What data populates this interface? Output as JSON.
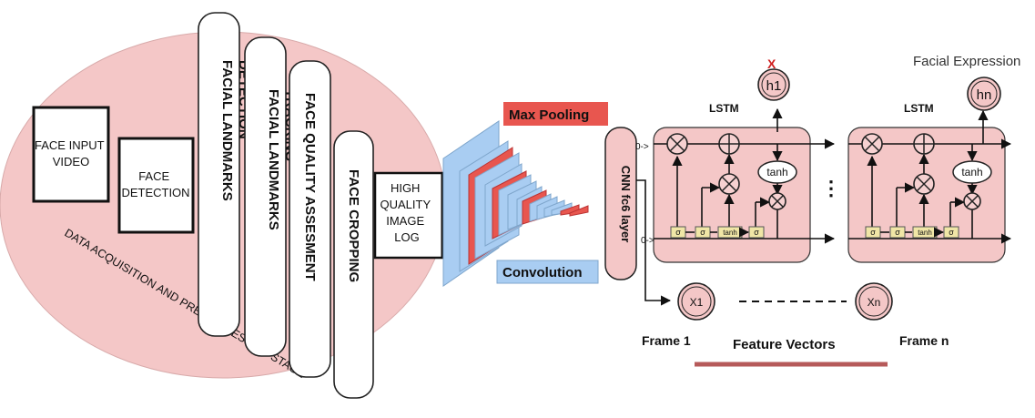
{
  "acquisition": {
    "face_input_video": [
      "FACE INPUT",
      "VIDEO"
    ],
    "face_detection": [
      "FACE",
      "DETECTION"
    ],
    "stage_label": "DATA ACQUISITION AND PRE-PROCESSING STAGE"
  },
  "cards": [
    {
      "lines": [
        "FACIAL  LANDMARKS",
        "DETECTION"
      ]
    },
    {
      "lines": [
        "FACIAL   LANDMARKS",
        "TRACKING"
      ]
    },
    {
      "lines": [
        "FACE   QUALITY   ASSESMENT"
      ]
    },
    {
      "lines": [
        "FACE      CROPPING"
      ]
    }
  ],
  "image_log": [
    "HIGH",
    "QUALITY",
    "IMAGE",
    "LOG"
  ],
  "cnn": {
    "max_pooling": "Max Pooling",
    "convolution": "Convolution",
    "fc6_layer": "CNN fc6 layer"
  },
  "lstm": {
    "label_1": "LSTM",
    "label_n": "LSTM",
    "tanh": "tanh",
    "sigma": "σ",
    "input_arrow_top": "0->",
    "input_arrow_bottom": "0->",
    "ellipsis": "⋮"
  },
  "outputs": {
    "h1": "h1",
    "hn": "hn",
    "cross_mark": "X",
    "facial_expression": "Facial Expression"
  },
  "features": {
    "x1": "X1",
    "xn": "Xn",
    "frame_1": "Frame 1",
    "frame_n": "Frame n",
    "feature_vectors": "Feature Vectors"
  },
  "colors": {
    "ellipse_fill": "#f4c7c7",
    "cell_fill": "#f4c7c7",
    "max_pool_fill": "#e8564f",
    "conv_fill": "#a9cdf2",
    "gate_fill": "#f0e6a6",
    "underline": "#b65a5a",
    "cross": "#d02020"
  }
}
